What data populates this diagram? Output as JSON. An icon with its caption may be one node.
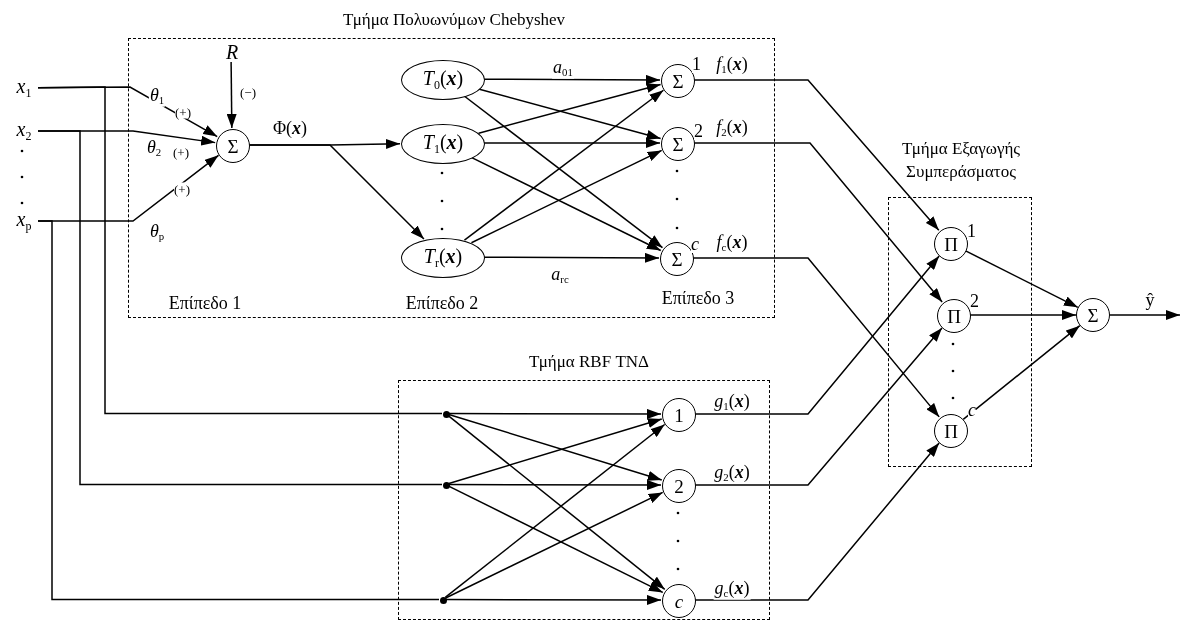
{
  "diagram": {
    "nodes": [
      {
        "text": [
          "Τμήμα Πολυωνύμων Chebyshev"
        ]
      },
      {
        "text": [
          "Τμήμα RBF ΤΝΔ"
        ]
      },
      {
        "text": [
          "Τμήμα Εξαγωγής Συμπεράσματος"
        ]
      },
      {
        "text": [
          "*x*$_{1}$"
        ]
      },
      {
        "text": [
          "*x*$_{2}$"
        ]
      },
      {
        "text": [
          "*x*$_{p}$"
        ]
      },
      {
        "text": [
          "*R*"
        ],
        "in": 0
      },
      {
        "text": [
          "Σ"
        ],
        "in": 0
      },
      {
        "text": [
          "*T*$_{0}$(**x**)"
        ],
        "in": 0
      },
      {
        "text": [
          "*T*$_{1}$(**x**)"
        ],
        "in": 0
      },
      {
        "text": [
          "*T*$_{r}$(**x**)"
        ],
        "in": 0
      },
      {
        "text": [
          "Σ"
        ],
        "beside": [
          "1"
        ],
        "in": 0
      },
      {
        "text": [
          "Σ"
        ],
        "beside": [
          "2"
        ],
        "in": 0
      },
      {
        "text": [
          "Σ"
        ],
        "beside": [
          "*c*"
        ],
        "in": 0
      },
      {
        "text": [],
        "shape": "circle",
        "in": 1
      },
      {
        "text": [],
        "shape": "circle",
        "in": 1
      },
      {
        "text": [],
        "shape": "circle",
        "in": 1
      },
      {
        "text": [
          "1"
        ],
        "in": 1
      },
      {
        "text": [
          "2"
        ],
        "in": 1
      },
      {
        "text": [
          "*c*"
        ],
        "in": 1
      },
      {
        "text": [
          "Π"
        ],
        "beside": [
          "1"
        ],
        "in": 2
      },
      {
        "text": [
          "Π"
        ],
        "beside": [
          "2"
        ],
        "in": 2
      },
      {
        "text": [
          "Π"
        ],
        "beside": [
          "*c*"
        ],
        "in": 2
      },
      {
        "text": [
          "Σ"
        ]
      }
    ],
    "edges": [
      {
        "from": 3,
        "to": 7,
        "arrow": "to",
        "label": "*θ*$_{1}$"
      },
      {
        "from": 4,
        "to": 7,
        "arrow": "to",
        "label": "*θ*$_{2}$"
      },
      {
        "from": 5,
        "to": 7,
        "arrow": "to",
        "label": "*θ*$_{p}$"
      },
      {
        "from": 3,
        "to": 14,
        "arrow": "none"
      },
      {
        "from": 4,
        "to": 15,
        "arrow": "none"
      },
      {
        "from": 5,
        "to": 16,
        "arrow": "none"
      },
      {
        "from": 6,
        "to": 7,
        "arrow": "to",
        "label": "(−)"
      },
      {
        "from": 7,
        "to": 9,
        "arrow": "to",
        "label": "Φ(**x**)"
      },
      {
        "from": 7,
        "to": 10,
        "arrow": "to"
      },
      {
        "from": 8,
        "to": 11,
        "arrow": "to",
        "label": "*a*$_{01}$"
      },
      {
        "from": 8,
        "to": 12,
        "arrow": "to"
      },
      {
        "from": 8,
        "to": 13,
        "arrow": "to"
      },
      {
        "from": 9,
        "to": 11,
        "arrow": "to"
      },
      {
        "from": 9,
        "to": 12,
        "arrow": "to"
      },
      {
        "from": 9,
        "to": 13,
        "arrow": "to"
      },
      {
        "from": 10,
        "to": 11,
        "arrow": "to"
      },
      {
        "from": 10,
        "to": 12,
        "arrow": "to"
      },
      {
        "from": 10,
        "to": 13,
        "arrow": "to",
        "label": "*a*$_{rc}$"
      },
      {
        "from": 11,
        "to": 20,
        "arrow": "to",
        "label": "*f*$_{1}$(**x**)"
      },
      {
        "from": 12,
        "to": 21,
        "arrow": "to",
        "label": "*f*$_{2}$(**x**)"
      },
      {
        "from": 13,
        "to": 22,
        "arrow": "to",
        "label": "*f*$_{c}$(**x**)"
      },
      {
        "from": 14,
        "to": 17,
        "arrow": "to"
      },
      {
        "from": 14,
        "to": 18,
        "arrow": "to"
      },
      {
        "from": 14,
        "to": 19,
        "arrow": "to"
      },
      {
        "from": 15,
        "to": 17,
        "arrow": "to"
      },
      {
        "from": 15,
        "to": 18,
        "arrow": "to"
      },
      {
        "from": 15,
        "to": 19,
        "arrow": "to"
      },
      {
        "from": 16,
        "to": 17,
        "arrow": "to"
      },
      {
        "from": 16,
        "to": 18,
        "arrow": "to"
      },
      {
        "from": 16,
        "to": 19,
        "arrow": "to"
      },
      {
        "from": 17,
        "to": 20,
        "arrow": "to",
        "label": "*g*$_{1}$(**x**)"
      },
      {
        "from": 18,
        "to": 21,
        "arrow": "to",
        "label": "*g*$_{2}$(**x**)"
      },
      {
        "from": 19,
        "to": 22,
        "arrow": "to",
        "label": "*g*$_{c}$(**x**)"
      },
      {
        "from": 20,
        "to": 23,
        "arrow": "to"
      },
      {
        "from": 21,
        "to": 23,
        "arrow": "to"
      },
      {
        "from": 22,
        "to": 23,
        "arrow": "to"
      },
      {
        "from": 23,
        "to": null,
        "arrow": "to",
        "label": "ŷ"
      }
    ],
    "labels": [
      "(+)",
      "(+)",
      "(+)",
      "Επίπεδο 1",
      "Επίπεδο 2",
      "Επίπεδο 3"
    ]
  }
}
